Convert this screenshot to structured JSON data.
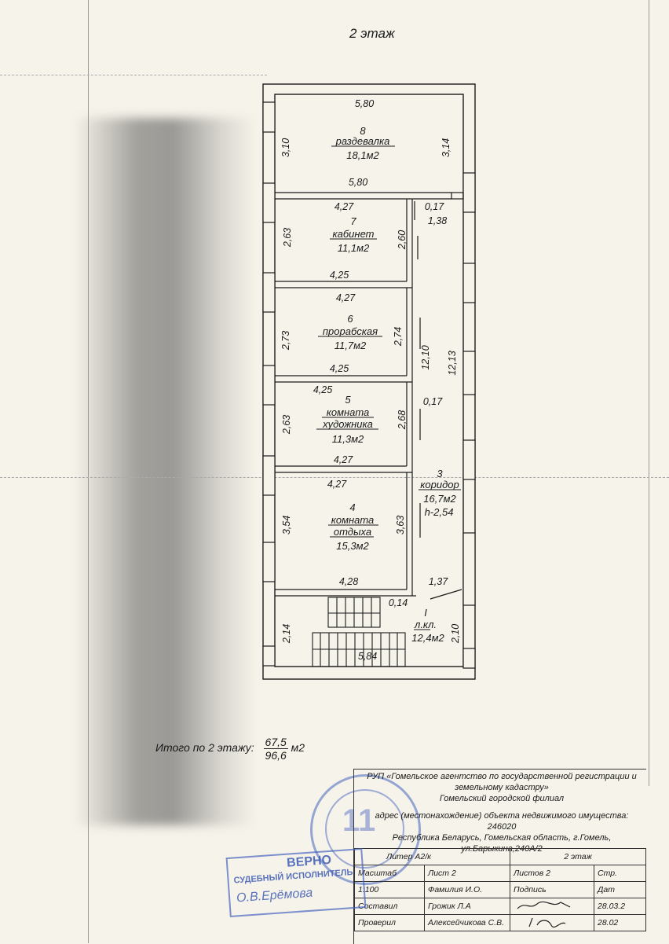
{
  "title": "2 этаж",
  "rooms": [
    {
      "number": "8",
      "name": "раздевалка",
      "area": "18,1м2"
    },
    {
      "number": "7",
      "name": "кабинет",
      "area": "11,1м2"
    },
    {
      "number": "6",
      "name": "прорабская",
      "area": "11,7м2"
    },
    {
      "number": "5",
      "name_line1": "комната",
      "name_line2": "художника",
      "area": "11,3м2"
    },
    {
      "number": "4",
      "name_line1": "комната",
      "name_line2": "отдыха",
      "area": "15,3м2"
    },
    {
      "number": "3",
      "name": "коридор",
      "area": "16,7м2",
      "height": "h-2,54"
    },
    {
      "number": "I",
      "name": "л.кл.",
      "area": "12,4м2"
    }
  ],
  "dims": {
    "d_580_top": "5,80",
    "d_310": "3,10",
    "d_314": "3,14",
    "d_580_mid": "5,80",
    "d_427_a": "4,27",
    "d_017_a": "0,17",
    "d_138": "1,38",
    "d_263_a": "2,63",
    "d_260": "2,60",
    "d_425_a": "4,25",
    "d_427_b": "4,27",
    "d_273": "2,73",
    "d_274": "2,74",
    "d_1210": "12,10",
    "d_1213": "12,13",
    "d_425_b": "4,25",
    "d_425_c": "4,25",
    "d_017_b": "0,17",
    "d_263_b": "2,63",
    "d_268": "2,68",
    "d_427_c": "4,27",
    "d_427_d": "4,27",
    "d_354": "3,54",
    "d_363": "3,63",
    "d_428": "4,28",
    "d_137": "1,37",
    "d_014": "0,14",
    "d_214": "2,14",
    "d_210": "2,10",
    "d_584": "5,84"
  },
  "total": {
    "label": "Итого по 2 этажу:",
    "numerator": "67,5",
    "denominator": "96,6",
    "unit": "м2"
  },
  "stamp": {
    "org_line1": "РУП «Гомельское агентство по государственной регистрации и",
    "org_line2": "земельному кадастру»",
    "org_line3": "Гомельский городской филиал",
    "addr_line1": "адрес (местонахождение) объекта недвижимого имущества: 246020",
    "addr_line2": "Республика Беларусь, Гомельская область, г.Гомель,",
    "addr_line3": "ул.Барыкина,240А/2",
    "liter": "Литер  А2/к",
    "floor": "2 этаж",
    "h_scale": "Масштаб",
    "h_sheet": "Лист 2",
    "h_sheets": "Листов 2",
    "h_page": "Стр.",
    "scale": "1:100",
    "h_name": "Фамилия И.О.",
    "h_sign": "Подпись",
    "h_date": "Дат",
    "compiled_label": "Составил",
    "compiled_name": "Грожик Л.А",
    "compiled_date": "28.03.2",
    "checked_label": "Проверил",
    "checked_name": "Алексейчикова С.В.",
    "checked_date": "28.02"
  },
  "blue_stamp": {
    "line1": "ВЕРНО",
    "line2": "СУДЕБНЫЙ ИСПОЛНИТЕЛЬ",
    "signature": "О.В.Ерёмова"
  },
  "colors": {
    "paper": "#f6f3ea",
    "ink": "#1a1a1a",
    "stamp_blue": "#4664be"
  }
}
